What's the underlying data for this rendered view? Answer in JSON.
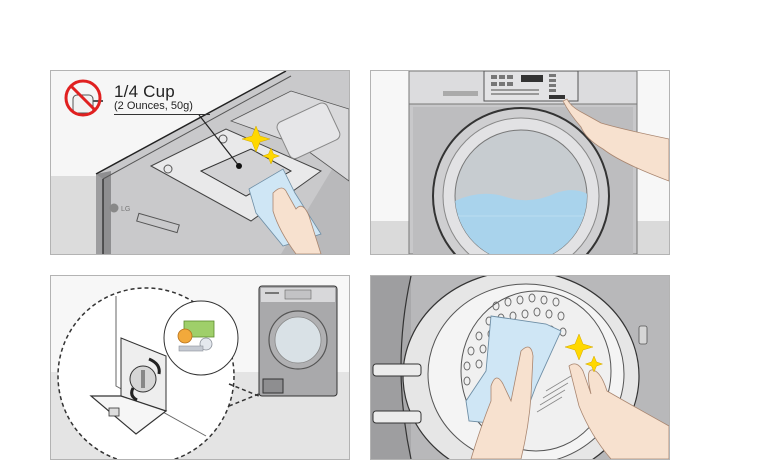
{
  "steps": [
    {
      "id": "step-1",
      "description": "Wipe the detergent dispenser with a cloth; do not use bleach",
      "annotation": {
        "primary": "1/4 Cup",
        "secondary": "(2 Ounces, 50g)"
      },
      "icons": [
        "no-bleach-icon",
        "sparkle-icon"
      ],
      "brand_mark": "LG"
    },
    {
      "id": "step-2",
      "description": "Press the tub clean button on the control panel; drum fills with water",
      "icons": [
        "pointing-hand-icon"
      ]
    },
    {
      "id": "step-3",
      "description": "Open drain pump filter cover at lower front of washer; remove coins, keys and debris",
      "icons": [
        "coin-icon",
        "banknote-icon",
        "key-icon",
        "rotate-arrow-icon"
      ]
    },
    {
      "id": "step-4",
      "description": "Wipe the inside of the drum and door gasket with a cloth",
      "icons": [
        "sparkle-icon"
      ]
    }
  ],
  "colors": {
    "panel_border": "#b3b3b3",
    "washer_body": "#a9a9ab",
    "water": "#a9d3ec",
    "cloth": "#cfe6f5",
    "skin": "#f7e1cf",
    "sparkle": "#ffd800",
    "prohibit_red": "#e02020"
  }
}
